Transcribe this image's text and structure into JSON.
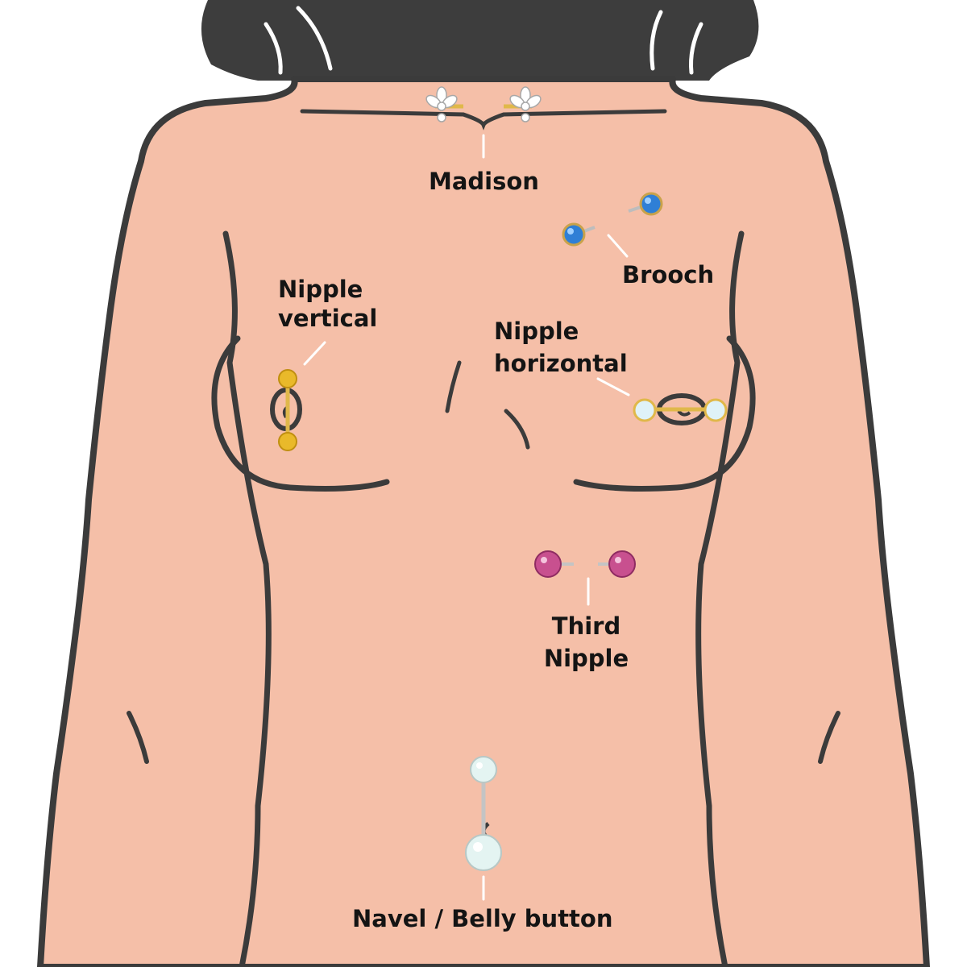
{
  "colors": {
    "skin": "#f5bfa8",
    "outline": "#3b3b3b",
    "hair": "#3d3d3d",
    "leader": "#ffffff",
    "gold": "#e0b84a",
    "blue_gem": "#2f7fd6",
    "opal": "#dff2f8",
    "pink_gem": "#c8508f",
    "pearl": "#e4f4f2"
  },
  "labels": {
    "madison": "Madison",
    "brooch": "Brooch",
    "nipple_vertical_1": "Nipple",
    "nipple_vertical_2": "vertical",
    "nipple_horizontal_1": "Nipple",
    "nipple_horizontal_2": "horizontal",
    "third_nipple_1": "Third",
    "third_nipple_2": "Nipple",
    "navel": "Navel / Belly button"
  },
  "icons": {
    "madison": "cz-cluster-barbell-icon",
    "brooch": "blue-gem-dermal-top-icon",
    "nipple_vertical": "gold-ball-barbell-icon",
    "nipple_horizontal": "opal-barbell-icon",
    "third_nipple": "pink-crystal-barbell-icon",
    "navel": "pearl-belly-ring-icon"
  }
}
